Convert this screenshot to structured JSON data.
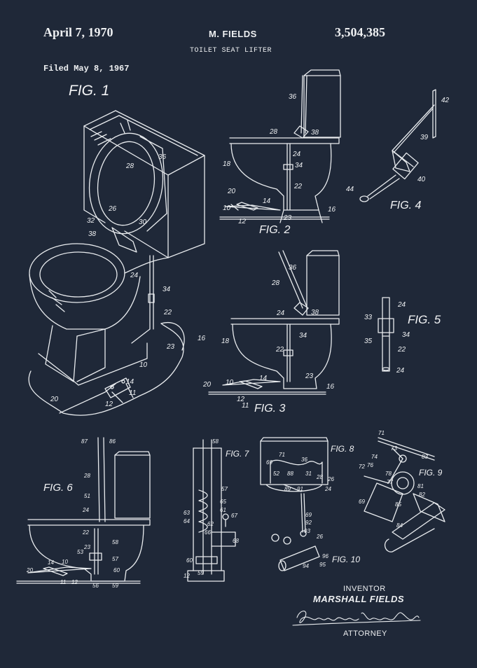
{
  "header": {
    "date": "April 7, 1970",
    "inventor_short": "M. FIELDS",
    "patent_number": "3,504,385",
    "title": "TOILET SEAT LIFTER",
    "filed": "Filed May 8, 1967"
  },
  "figures": [
    "FIG. 1",
    "FIG. 2",
    "FIG. 3",
    "FIG. 4",
    "FIG. 5",
    "FIG. 6",
    "FIG. 7",
    "FIG. 8",
    "FIG. 9",
    "FIG. 10"
  ],
  "refs": {
    "fig1": [
      "36",
      "28",
      "26",
      "32",
      "30",
      "38",
      "24",
      "34",
      "22",
      "16",
      "23",
      "10",
      "14",
      "11",
      "12",
      "20"
    ],
    "fig2": [
      "36",
      "28",
      "38",
      "24",
      "34",
      "18",
      "20",
      "22",
      "14",
      "10",
      "12",
      "23",
      "16"
    ],
    "fig3": [
      "36",
      "28",
      "24",
      "38",
      "34",
      "18",
      "22",
      "23",
      "20",
      "10",
      "14",
      "12",
      "11",
      "16"
    ],
    "fig4": [
      "42",
      "39",
      "40",
      "44"
    ],
    "fig5": [
      "24",
      "33",
      "34",
      "35",
      "22",
      "24"
    ],
    "fig6": [
      "87",
      "86",
      "28",
      "51",
      "24",
      "22",
      "23",
      "53",
      "58",
      "57",
      "60",
      "14",
      "10",
      "20",
      "11",
      "12",
      "56",
      "59"
    ],
    "fig7": [
      "58",
      "57",
      "65",
      "61",
      "63",
      "64",
      "62",
      "66",
      "67",
      "68",
      "60",
      "12",
      "59"
    ],
    "fig8": [
      "71",
      "36",
      "69",
      "52",
      "88",
      "31",
      "28",
      "26",
      "89",
      "91",
      "24",
      "69",
      "92",
      "93",
      "26",
      "96",
      "94",
      "95"
    ],
    "fig9": [
      "71",
      "73",
      "83",
      "74",
      "72",
      "76",
      "78",
      "77",
      "81",
      "82",
      "69",
      "85",
      "84"
    ]
  },
  "signature": {
    "inventor_label": "INVENTOR",
    "inventor_name": "MARSHALL FIELDS",
    "signature_text": "Richards, Harris & Hubbard",
    "attorney_label": "ATTORNEY"
  },
  "colors": {
    "background": "#1f2838",
    "ink": "#eef0f2"
  }
}
